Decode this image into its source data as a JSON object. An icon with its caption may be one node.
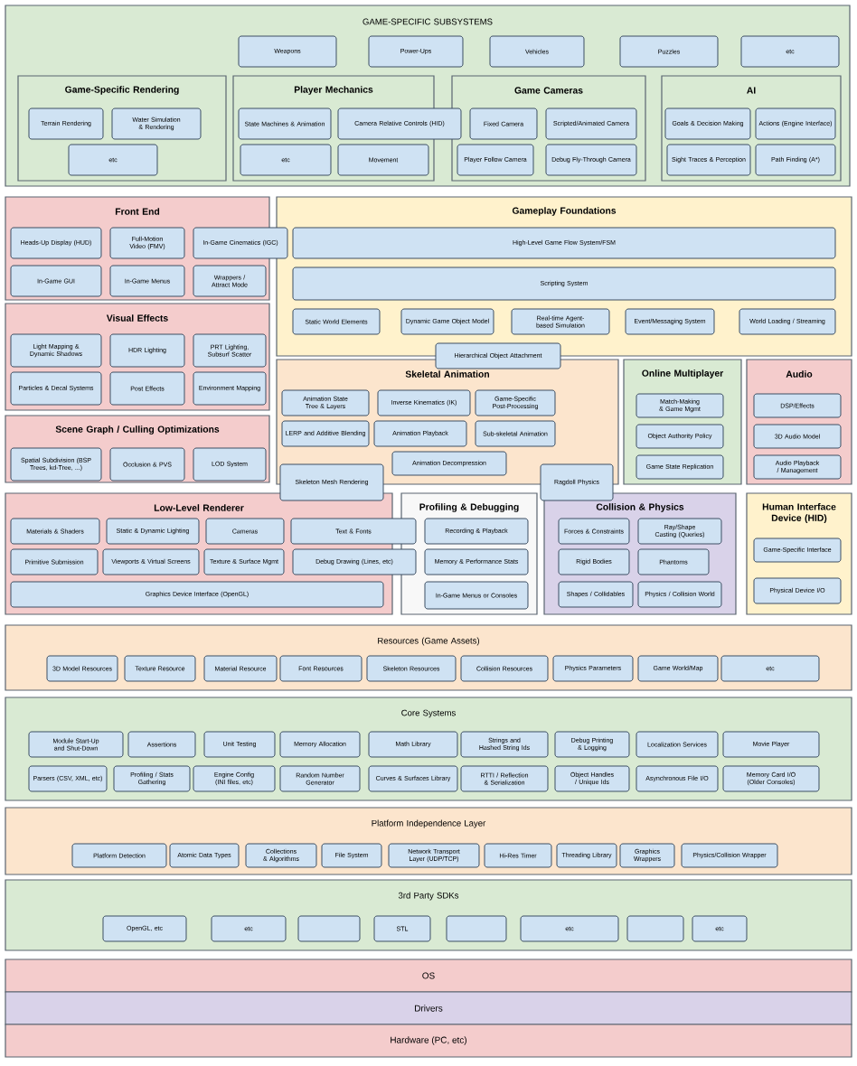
{
  "diagram": {
    "nodes": [
      {
        "text": [
          "GAME-SPECIFIC SUBSYSTEMS"
        ]
      },
      {
        "text": [
          "Weapons"
        ],
        "in": 0
      },
      {
        "text": [
          "Power-Ups"
        ],
        "in": 0
      },
      {
        "text": [
          "Vehicles"
        ],
        "in": 0
      },
      {
        "text": [
          "Puzzles"
        ],
        "in": 0
      },
      {
        "text": [
          "etc"
        ],
        "in": 0
      },
      {
        "text": [
          "Game-Specific Rendering"
        ],
        "in": 0
      },
      {
        "text": [
          "Terrain Rendering"
        ],
        "in": 6
      },
      {
        "text": [
          "Water Simulation & Rendering"
        ],
        "in": 6
      },
      {
        "text": [
          "etc"
        ],
        "in": 6
      },
      {
        "text": [
          "Player Mechanics"
        ],
        "in": 0
      },
      {
        "text": [
          "State Machines & Animation"
        ],
        "in": 10
      },
      {
        "text": [
          "Camera Relative Controls (HID)"
        ],
        "in": 0
      },
      {
        "text": [
          "etc"
        ],
        "in": 10
      },
      {
        "text": [
          "Movement"
        ],
        "in": 10
      },
      {
        "text": [
          "Game Cameras"
        ],
        "in": 0
      },
      {
        "text": [
          "Fixed Camera"
        ],
        "in": 15
      },
      {
        "text": [
          "Scripted/Animated Camera"
        ],
        "in": 15
      },
      {
        "text": [
          "Player Follow Camera"
        ],
        "in": 15
      },
      {
        "text": [
          "Debug Fly-Through Camera"
        ],
        "in": 15
      },
      {
        "text": [
          "AI"
        ],
        "in": 0
      },
      {
        "text": [
          "Goals & Decision Making"
        ],
        "in": 20
      },
      {
        "text": [
          "Actions (Engine Interface)"
        ],
        "in": 20
      },
      {
        "text": [
          "Sight Traces & Perception"
        ],
        "in": 20
      },
      {
        "text": [
          "Path Finding (A*)"
        ],
        "in": 20
      },
      {
        "text": [
          "Front End"
        ]
      },
      {
        "text": [
          "Heads-Up Display (HUD)"
        ],
        "in": 25
      },
      {
        "text": [
          "Full-Motion Video (FMV)"
        ],
        "in": 25
      },
      {
        "text": [
          "In-Game Cinematics (IGC)"
        ]
      },
      {
        "text": [
          "In-Game GUI"
        ],
        "in": 25
      },
      {
        "text": [
          "In-Game Menus"
        ],
        "in": 25
      },
      {
        "text": [
          "Wrappers / Attract Mode"
        ],
        "in": 25
      },
      {
        "text": [
          "Gameplay Foundations"
        ]
      },
      {
        "text": [
          "High-Level Game Flow System/FSM"
        ],
        "in": 32
      },
      {
        "text": [
          "Scripting System"
        ],
        "in": 32
      },
      {
        "text": [
          "Static World Elements"
        ],
        "in": 32
      },
      {
        "text": [
          "Dynamic Game Object Model"
        ],
        "in": 32
      },
      {
        "text": [
          "Real-time Agent-based Simulation"
        ],
        "in": 32
      },
      {
        "text": [
          "Event/Messaging System"
        ],
        "in": 32
      },
      {
        "text": [
          "World Loading / Streaming"
        ],
        "in": 32
      },
      {
        "text": [
          "Hierarchical Object Attachment"
        ]
      },
      {
        "text": [
          "Visual Effects"
        ]
      },
      {
        "text": [
          "Light Mapping & Dynamic Shadows"
        ],
        "in": 41
      },
      {
        "text": [
          "HDR Lighting"
        ],
        "in": 41
      },
      {
        "text": [
          "PRT Lighting, Subsurf Scatter"
        ],
        "in": 41
      },
      {
        "text": [
          "Particles & Decal Systems"
        ],
        "in": 41
      },
      {
        "text": [
          "Post Effects"
        ],
        "in": 41
      },
      {
        "text": [
          "Environment Mapping"
        ],
        "in": 41
      },
      {
        "text": [
          "Skeletal Animation"
        ]
      },
      {
        "text": [
          "Animation State Tree & Layers"
        ],
        "in": 48
      },
      {
        "text": [
          "Inverse Kinematics (IK)"
        ],
        "in": 48
      },
      {
        "text": [
          "Game-Specific Post-Processing"
        ],
        "in": 48
      },
      {
        "text": [
          "LERP and Additive Blending"
        ],
        "in": 48
      },
      {
        "text": [
          "Animation Playback"
        ],
        "in": 48
      },
      {
        "text": [
          "Sub-skeletal Animation"
        ],
        "in": 48
      },
      {
        "text": [
          "Animation Decompression"
        ],
        "in": 48
      },
      {
        "text": [
          "Skeleton Mesh Rendering"
        ]
      },
      {
        "text": [
          "Ragdoll Physics"
        ]
      },
      {
        "text": [
          "Online Multiplayer"
        ]
      },
      {
        "text": [
          "Match-Making & Game Mgmt"
        ],
        "in": 58
      },
      {
        "text": [
          "Object Authority Policy"
        ],
        "in": 58
      },
      {
        "text": [
          "Game State Replication"
        ],
        "in": 58
      },
      {
        "text": [
          "Audio"
        ]
      },
      {
        "text": [
          "DSP/Effects"
        ],
        "in": 62
      },
      {
        "text": [
          "3D Audio Model"
        ],
        "in": 62
      },
      {
        "text": [
          "Audio Playback / Management"
        ],
        "in": 62
      },
      {
        "text": [
          "Scene Graph / Culling Optimizations"
        ]
      },
      {
        "text": [
          "Spatial Subdivision (BSP Trees, kd-Tree, ...)"
        ],
        "in": 66
      },
      {
        "text": [
          "Occlusion & PVS"
        ],
        "in": 66
      },
      {
        "text": [
          "LOD System"
        ],
        "in": 66
      },
      {
        "text": [
          "Low-Level Renderer"
        ]
      },
      {
        "text": [
          "Materials & Shaders"
        ],
        "in": 70
      },
      {
        "text": [
          "Static & Dynamic Lighting"
        ],
        "in": 70
      },
      {
        "text": [
          "Cameras"
        ],
        "in": 70
      },
      {
        "text": [
          "Text & Fonts"
        ]
      },
      {
        "text": [
          "Primitive Submission"
        ],
        "in": 70
      },
      {
        "text": [
          "Viewports & Virtual Screens"
        ],
        "in": 70
      },
      {
        "text": [
          "Texture & Surface Mgmt"
        ],
        "in": 70
      },
      {
        "text": [
          "Debug Drawing (Lines, etc)"
        ]
      },
      {
        "text": [
          "Graphics Device Interface (OpenGL)"
        ],
        "in": 70
      },
      {
        "text": [
          "Profiling & Debugging"
        ]
      },
      {
        "text": [
          "Recording & Playback"
        ],
        "in": 80
      },
      {
        "text": [
          "Memory & Performance Stats"
        ],
        "in": 80
      },
      {
        "text": [
          "In-Game Menus or Consoles"
        ],
        "in": 80
      },
      {
        "text": [
          "Collision & Physics"
        ]
      },
      {
        "text": [
          "Forces & Constraints"
        ],
        "in": 84
      },
      {
        "text": [
          "Ray/Shape Casting (Queries)"
        ],
        "in": 84
      },
      {
        "text": [
          "Rigid Bodies"
        ],
        "in": 84
      },
      {
        "text": [
          "Phantoms"
        ],
        "in": 84
      },
      {
        "text": [
          "Shapes / Collidables"
        ],
        "in": 84
      },
      {
        "text": [
          "Physics / Collision World"
        ],
        "in": 84
      },
      {
        "text": [
          "Human Interface Device (HID)"
        ]
      },
      {
        "text": [
          "Game-Specific Interface"
        ],
        "in": 91
      },
      {
        "text": [
          "Physical Device I/O"
        ],
        "in": 91
      },
      {
        "text": [
          "Resources (Game Assets)"
        ]
      },
      {
        "text": [
          "3D Model Resources"
        ],
        "in": 94
      },
      {
        "text": [
          "Texture Resource"
        ],
        "in": 94
      },
      {
        "text": [
          "Material Resource"
        ],
        "in": 94
      },
      {
        "text": [
          "Font Resources"
        ],
        "in": 94
      },
      {
        "text": [
          "Skeleton Resources"
        ],
        "in": 94
      },
      {
        "text": [
          "Collision Resources"
        ],
        "in": 94
      },
      {
        "text": [
          "Physics Parameters"
        ],
        "in": 94
      },
      {
        "text": [
          "Game World/Map"
        ],
        "in": 94
      },
      {
        "text": [
          "etc"
        ],
        "in": 94
      },
      {
        "text": [
          "Core Systems"
        ]
      },
      {
        "text": [
          "Module Start-Up and Shut-Down"
        ],
        "in": 104
      },
      {
        "text": [
          "Assertions"
        ],
        "in": 104
      },
      {
        "text": [
          "Unit Testing"
        ],
        "in": 104
      },
      {
        "text": [
          "Memory Allocation"
        ],
        "in": 104
      },
      {
        "text": [
          "Math Library"
        ],
        "in": 104
      },
      {
        "text": [
          "Strings and Hashed String Ids"
        ],
        "in": 104
      },
      {
        "text": [
          "Debug Printing & Logging"
        ],
        "in": 104
      },
      {
        "text": [
          "Localization Services"
        ],
        "in": 104
      },
      {
        "text": [
          "Movie Player"
        ],
        "in": 104
      },
      {
        "text": [
          "Parsers (CSV, XML, etc)"
        ],
        "in": 104
      },
      {
        "text": [
          "Profiling / Stats Gathering"
        ],
        "in": 104
      },
      {
        "text": [
          "Engine Config (INI files, etc)"
        ],
        "in": 104
      },
      {
        "text": [
          "Random Number Generator"
        ],
        "in": 104
      },
      {
        "text": [
          "Curves & Surfaces Library"
        ],
        "in": 104
      },
      {
        "text": [
          "RTTI / Reflection & Serialization"
        ],
        "in": 104
      },
      {
        "text": [
          "Object Handles / Unique Ids"
        ],
        "in": 104
      },
      {
        "text": [
          "Asynchronous File I/O"
        ],
        "in": 104
      },
      {
        "text": [
          "Memory Card I/O (Older Consoles)"
        ],
        "in": 104
      },
      {
        "text": [
          "Platform Independence Layer"
        ]
      },
      {
        "text": [
          "Platform Detection"
        ],
        "in": 123
      },
      {
        "text": [
          "Atomic Data Types"
        ],
        "in": 123
      },
      {
        "text": [
          "Collections & Algorithms"
        ],
        "in": 123
      },
      {
        "text": [
          "File System"
        ],
        "in": 123
      },
      {
        "text": [
          "Network Transport Layer (UDP/TCP)"
        ],
        "in": 123
      },
      {
        "text": [
          "Hi-Res Timer"
        ],
        "in": 123
      },
      {
        "text": [
          "Threading Library"
        ],
        "in": 123
      },
      {
        "text": [
          "Graphics Wrappers"
        ],
        "in": 123
      },
      {
        "text": [
          "Physics/Collision Wrapper"
        ],
        "in": 123
      },
      {
        "text": [
          "3rd Party SDKs"
        ]
      },
      {
        "text": [
          "OpenGL, etc"
        ],
        "in": 133
      },
      {
        "text": [
          "etc"
        ],
        "in": 133
      },
      {
        "text": [],
        "shape": "box",
        "in": 133
      },
      {
        "text": [
          "STL"
        ],
        "in": 133
      },
      {
        "text": [],
        "shape": "box",
        "in": 133
      },
      {
        "text": [
          "etc"
        ],
        "in": 133
      },
      {
        "text": [],
        "shape": "box",
        "in": 133
      },
      {
        "text": [
          "etc"
        ],
        "in": 133
      },
      {
        "text": [
          "OS"
        ]
      },
      {
        "text": [
          "Drivers"
        ]
      },
      {
        "text": [
          "Hardware (PC, etc)"
        ]
      }
    ]
  }
}
